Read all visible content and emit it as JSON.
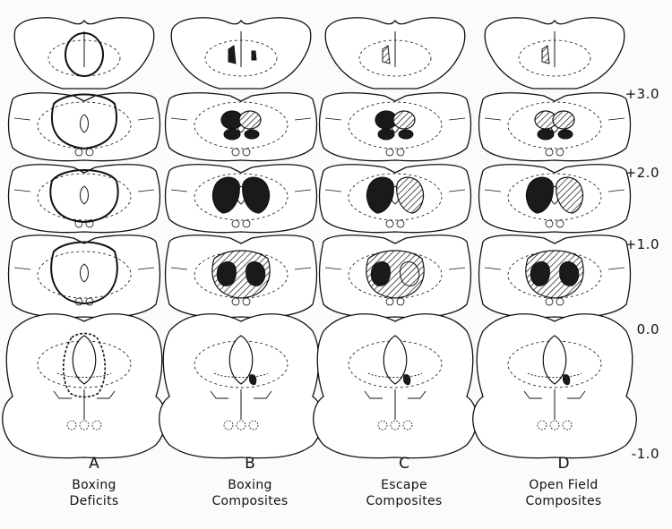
{
  "coordinates": [
    "+3.0",
    "+2.0",
    "+1.0",
    "0.0",
    "-1.0"
  ],
  "columns": [
    {
      "letter": "A",
      "line1": "Boxing",
      "line2": "Deficits"
    },
    {
      "letter": "B",
      "line1": "Boxing",
      "line2": "Composites"
    },
    {
      "letter": "C",
      "line1": "Escape",
      "line2": "Composites"
    },
    {
      "letter": "D",
      "line1": "Open Field",
      "line2": "Composites"
    }
  ],
  "colors": {
    "ink": "#111111",
    "paper": "#fbfbfb",
    "lesion_fill": "#1a1a1a"
  }
}
